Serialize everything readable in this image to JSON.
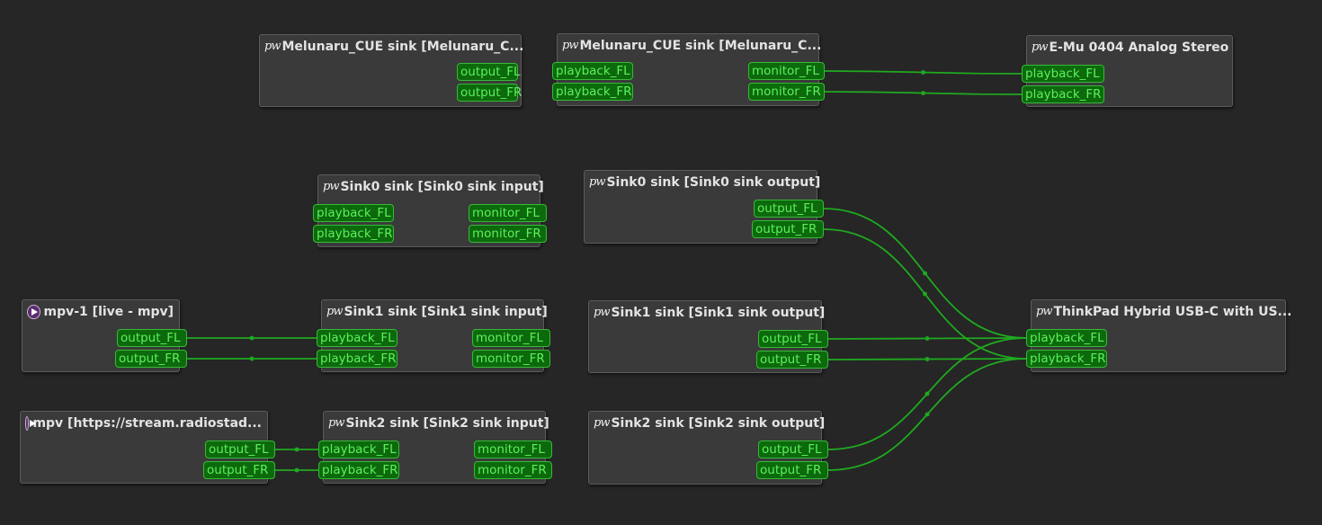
{
  "nodes": {
    "cue_a": {
      "title": "Melunaru_CUE sink [Melunaru_C...",
      "icon": "pipewire-icon",
      "outputs": [
        "output_FL",
        "output_FR"
      ]
    },
    "cue_b": {
      "title": "Melunaru_CUE sink [Melunaru_C...",
      "icon": "pipewire-icon",
      "inputs": [
        "playback_FL",
        "playback_FR"
      ],
      "outputs": [
        "monitor_FL",
        "monitor_FR"
      ]
    },
    "emu": {
      "title": "E-Mu 0404 Analog Stereo",
      "icon": "pipewire-icon",
      "inputs": [
        "playback_FL",
        "playback_FR"
      ]
    },
    "sink0_in": {
      "title": "Sink0 sink [Sink0 sink input]",
      "icon": "pipewire-icon",
      "inputs": [
        "playback_FL",
        "playback_FR"
      ],
      "outputs": [
        "monitor_FL",
        "monitor_FR"
      ]
    },
    "sink0_out": {
      "title": "Sink0 sink [Sink0 sink output]",
      "icon": "pipewire-icon",
      "outputs": [
        "output_FL",
        "output_FR"
      ]
    },
    "mpv1": {
      "title": "mpv-1 [live - mpv]",
      "icon": "mpv-icon",
      "outputs": [
        "output_FL",
        "output_FR"
      ]
    },
    "sink1_in": {
      "title": "Sink1 sink [Sink1 sink input]",
      "icon": "pipewire-icon",
      "inputs": [
        "playback_FL",
        "playback_FR"
      ],
      "outputs": [
        "monitor_FL",
        "monitor_FR"
      ]
    },
    "sink1_out": {
      "title": "Sink1 sink [Sink1 sink output]",
      "icon": "pipewire-icon",
      "outputs": [
        "output_FL",
        "output_FR"
      ]
    },
    "thinkpad": {
      "title": "ThinkPad Hybrid USB-C with US...",
      "icon": "pipewire-icon",
      "inputs": [
        "playback_FL",
        "playback_FR"
      ]
    },
    "mpv": {
      "title": "mpv [https://stream.radiostad...",
      "icon": "mpv-icon",
      "outputs": [
        "output_FL",
        "output_FR"
      ]
    },
    "sink2_in": {
      "title": "Sink2 sink [Sink2 sink input]",
      "icon": "pipewire-icon",
      "inputs": [
        "playback_FL",
        "playback_FR"
      ],
      "outputs": [
        "monitor_FL",
        "monitor_FR"
      ]
    },
    "sink2_out": {
      "title": "Sink2 sink [Sink2 sink output]",
      "icon": "pipewire-icon",
      "outputs": [
        "output_FL",
        "output_FR"
      ]
    }
  },
  "links": [
    {
      "from": "cue_b.monitor_FL",
      "to": "emu.playback_FL"
    },
    {
      "from": "cue_b.monitor_FR",
      "to": "emu.playback_FR"
    },
    {
      "from": "mpv1.output_FL",
      "to": "sink1_in.playback_FL"
    },
    {
      "from": "mpv1.output_FR",
      "to": "sink1_in.playback_FR"
    },
    {
      "from": "mpv.output_FL",
      "to": "sink2_in.playback_FL"
    },
    {
      "from": "mpv.output_FR",
      "to": "sink2_in.playback_FR"
    },
    {
      "from": "sink0_out.output_FL",
      "to": "thinkpad.playback_FL"
    },
    {
      "from": "sink0_out.output_FR",
      "to": "thinkpad.playback_FR"
    },
    {
      "from": "sink1_out.output_FL",
      "to": "thinkpad.playback_FL"
    },
    {
      "from": "sink1_out.output_FR",
      "to": "thinkpad.playback_FR"
    },
    {
      "from": "sink2_out.output_FL",
      "to": "thinkpad.playback_FL"
    },
    {
      "from": "sink2_out.output_FR",
      "to": "thinkpad.playback_FR"
    }
  ],
  "colors": {
    "background": "#262626",
    "node_fill": "#3a3a3a",
    "port_fill": "#0c6a0c",
    "port_text": "#5df05d",
    "wire": "#1faa1f"
  }
}
